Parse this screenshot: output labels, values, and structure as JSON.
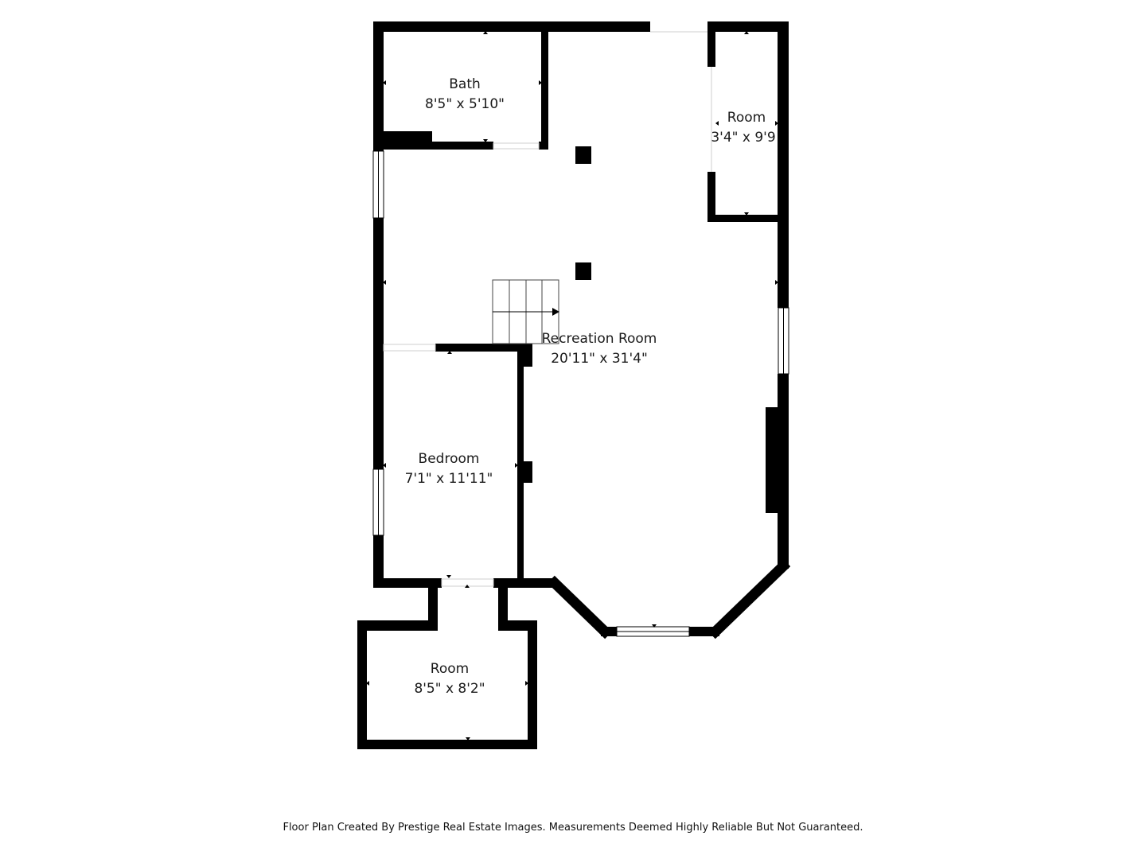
{
  "rooms": {
    "bath": {
      "name": "Bath",
      "dims": "8'5\" x 5'10\""
    },
    "small_room": {
      "name": "Room",
      "dims": "3'4\" x 9'9"
    },
    "recreation": {
      "name": "Recreation Room",
      "dims": "20'11\" x 31'4\""
    },
    "bedroom": {
      "name": "Bedroom",
      "dims": "7'1\" x 11'11\""
    },
    "lower_room": {
      "name": "Room",
      "dims": "8'5\" x 8'2\""
    }
  },
  "footer": {
    "text": "Floor Plan Created By Prestige Real Estate Images. Measurements Deemed Highly Reliable But Not Guaranteed."
  },
  "colors": {
    "wall": "#000000",
    "background": "#ffffff",
    "window": "#ffffff"
  }
}
